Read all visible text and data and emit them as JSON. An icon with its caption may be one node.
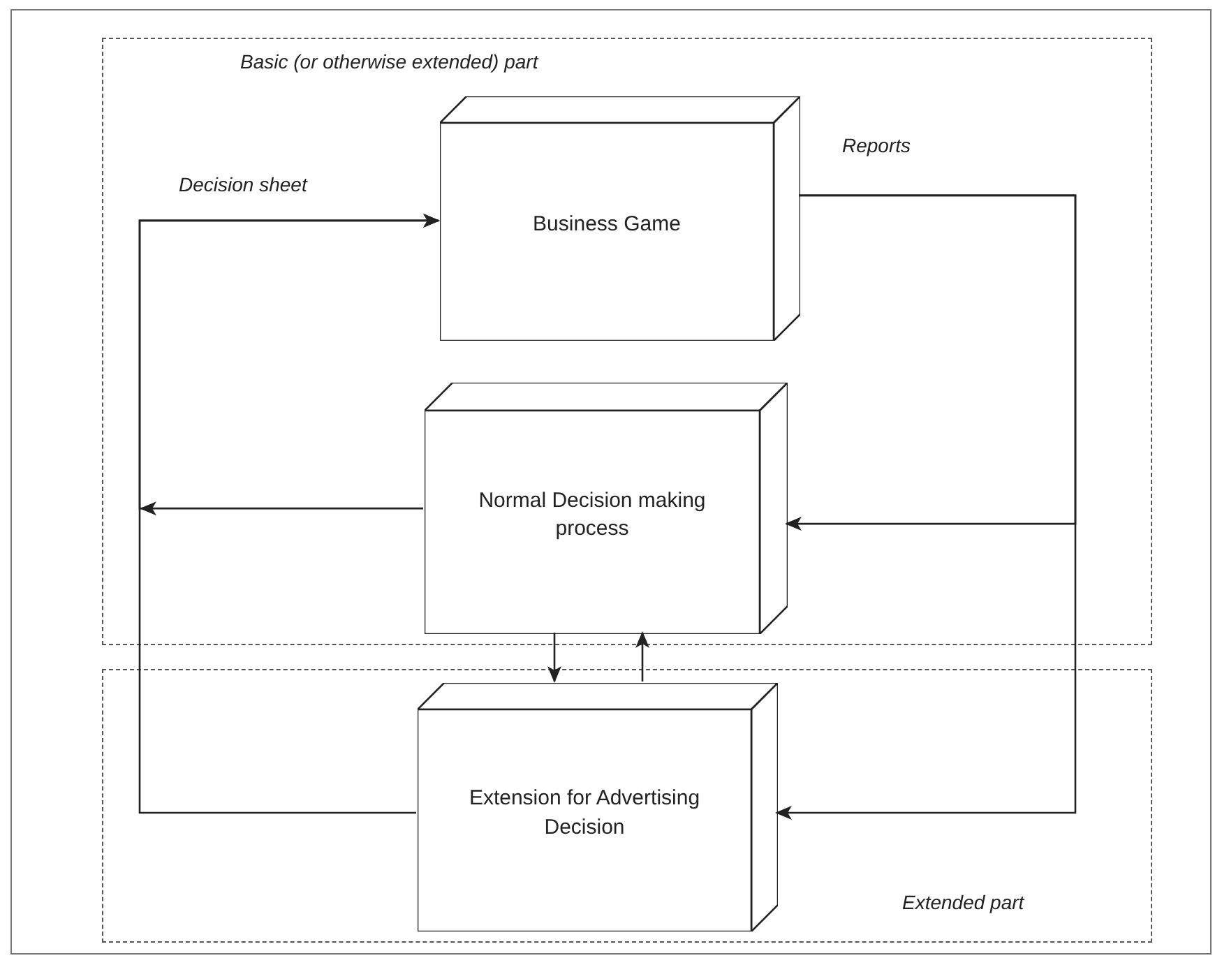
{
  "diagram": {
    "nodes": [
      {
        "text": [
          "Basic (or otherwise extended) part"
        ]
      },
      {
        "text": [
          "Extended part"
        ]
      },
      {
        "text": [
          "Business Game"
        ],
        "in": 0
      },
      {
        "text": [
          "Normal Decision making process"
        ],
        "in": 0
      },
      {
        "text": [
          "Extension for Advertising Decision"
        ],
        "in": 1
      }
    ],
    "edges": [
      {
        "from": 3,
        "to": 2,
        "arrow": "to",
        "label": "Decision sheet"
      },
      {
        "from": 4,
        "to": 2,
        "arrow": "to"
      },
      {
        "from": 2,
        "to": 3,
        "arrow": "to",
        "label": "Reports"
      },
      {
        "from": 2,
        "to": 4,
        "arrow": "to"
      },
      {
        "from": 3,
        "to": 4,
        "arrow": "to"
      },
      {
        "from": 4,
        "to": 3,
        "arrow": "to"
      }
    ]
  }
}
